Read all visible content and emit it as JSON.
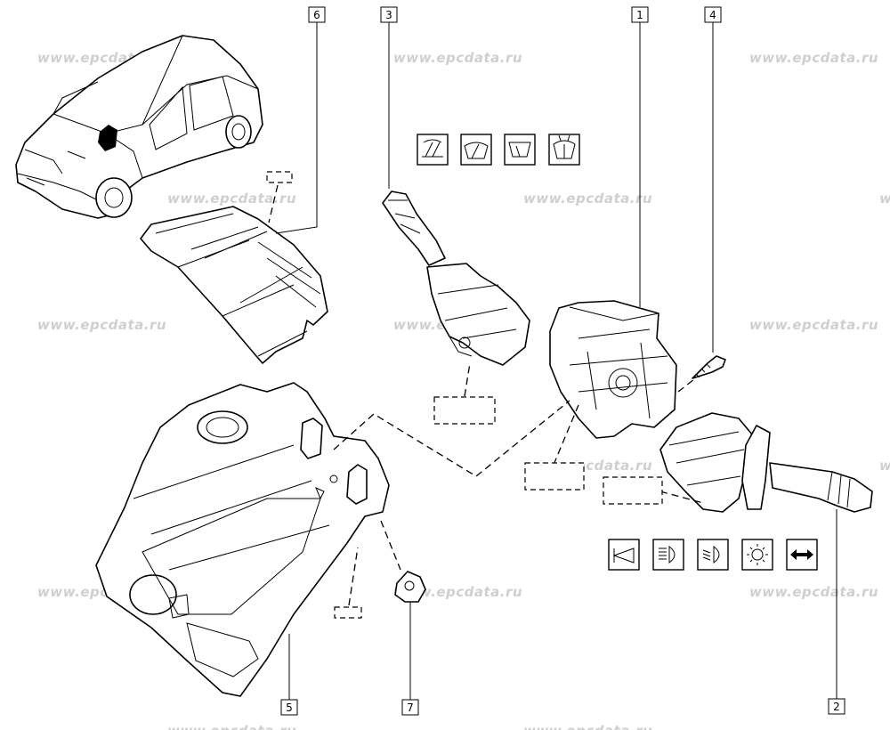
{
  "watermark": "www.epcdata.ru",
  "callouts": [
    {
      "id": "1",
      "label": "1"
    },
    {
      "id": "2",
      "label": "2"
    },
    {
      "id": "3",
      "label": "3"
    },
    {
      "id": "4",
      "label": "4"
    },
    {
      "id": "5",
      "label": "5"
    },
    {
      "id": "6",
      "label": "6"
    },
    {
      "id": "7",
      "label": "7"
    }
  ],
  "wiper_icons": [
    "wiper-front-icon",
    "wiper-sweep-icon",
    "rear-screen-icon",
    "washer-icon"
  ],
  "light_icons": [
    "horn-icon",
    "main-beam-icon",
    "dipped-beam-icon",
    "side-light-icon",
    "indicator-icon"
  ]
}
